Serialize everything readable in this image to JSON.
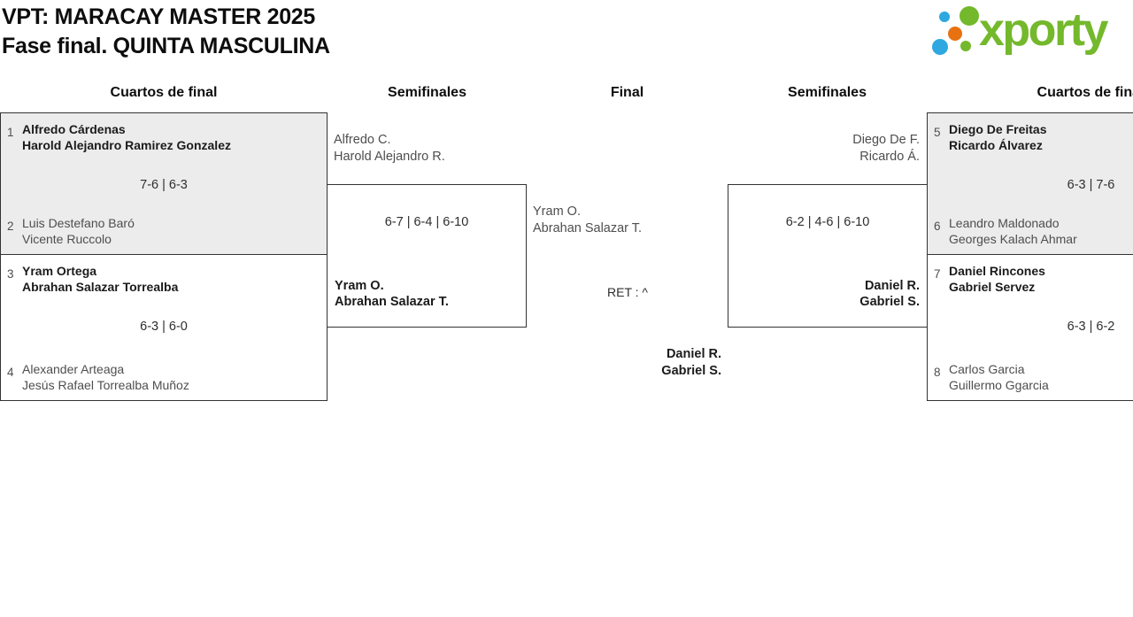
{
  "header": {
    "title_line1": "VPT: MARACAY MASTER 2025",
    "title_line2": "Fase final. QUINTA MASCULINA"
  },
  "logo": {
    "text": "xporty"
  },
  "round_headers": {
    "left_quarters": "Cuartos de final",
    "left_semis": "Semifinales",
    "final": "Final",
    "right_semis": "Semifinales",
    "right_quarters": "Cuartos de final"
  },
  "colors": {
    "box_fill": "#ececec",
    "box_border": "#333333",
    "winner_text": "#1b1b1b",
    "loser_text": "#4e4e4e",
    "logo_green": "#74b82c",
    "logo_blue": "#2fa8df",
    "logo_orange": "#e87210"
  },
  "matches": {
    "qf_left_top": {
      "seed_top": "1",
      "team_top": {
        "line1": "Alfredo Cárdenas",
        "line2": "Harold Alejandro Ramirez Gonzalez"
      },
      "score": "7-6 | 6-3",
      "seed_bottom": "2",
      "team_bottom": {
        "line1": "Luis Destefano Baró",
        "line2": "Vicente Ruccolo"
      }
    },
    "qf_left_bottom": {
      "seed_top": "3",
      "team_top": {
        "line1": "Yram Ortega",
        "line2": "Abrahan Salazar Torrealba"
      },
      "score": "6-3 | 6-0",
      "seed_bottom": "4",
      "team_bottom": {
        "line1": "Alexander Arteaga",
        "line2": "Jesús Rafael Torrealba Muñoz"
      }
    },
    "sf_left": {
      "team_top": {
        "line1": "Alfredo C.",
        "line2": "Harold Alejandro R."
      },
      "score": "6-7 | 6-4 | 6-10",
      "winner": {
        "line1": "Yram O.",
        "line2": "Abrahan Salazar T."
      }
    },
    "final": {
      "team_top": {
        "line1": "Yram O.",
        "line2": "Abrahan Salazar T."
      },
      "score": "RET : ^",
      "winner": {
        "line1": "Daniel R.",
        "line2": "Gabriel S."
      }
    },
    "sf_right": {
      "team_top": {
        "line1": "Diego De F.",
        "line2": "Ricardo Á."
      },
      "score": "6-2 | 4-6 | 6-10",
      "winner": {
        "line1": "Daniel R.",
        "line2": "Gabriel S."
      }
    },
    "qf_right_top": {
      "seed_top": "5",
      "team_top": {
        "line1": "Diego De Freitas",
        "line2": "Ricardo Álvarez"
      },
      "score": "6-3 | 7-6",
      "seed_bottom": "6",
      "team_bottom": {
        "line1": "Leandro Maldonado",
        "line2": "Georges Kalach Ahmar"
      }
    },
    "qf_right_bottom": {
      "seed_top": "7",
      "team_top": {
        "line1": "Daniel Rincones",
        "line2": "Gabriel Servez"
      },
      "score": "6-3 | 6-2",
      "seed_bottom": "8",
      "team_bottom": {
        "line1": "Carlos Garcia",
        "line2": "Guillermo Ggarcia"
      }
    }
  }
}
